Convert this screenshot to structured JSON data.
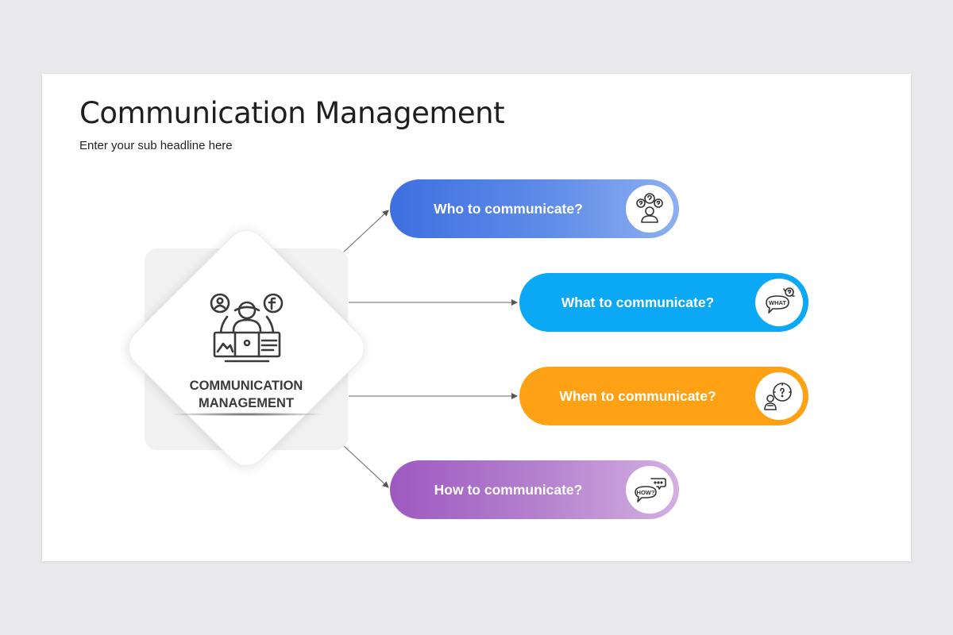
{
  "header": {
    "title": "Communication Management",
    "subtitle": "Enter your sub headline here"
  },
  "center": {
    "label_line1": "COMMUNICATION",
    "label_line2": "MANAGEMENT",
    "icon": "communication-management-icon"
  },
  "items": [
    {
      "label": "Who to communicate?",
      "icon": "who-question-person-icon",
      "color": "#3e6fe0"
    },
    {
      "label": "What to communicate?",
      "icon": "what-speech-bubble-icon",
      "color": "#0aa8f5"
    },
    {
      "label": "When to communicate?",
      "icon": "when-clock-person-icon",
      "color": "#ffa114"
    },
    {
      "label": "How to communicate?",
      "icon": "how-speech-bubble-icon",
      "color": "#9d59c0"
    }
  ],
  "icon_text": {
    "what": "WHAT",
    "how": "HOW?"
  },
  "colors": {
    "background": "#e9e8ea",
    "slide": "#ffffff",
    "title_text": "#1f1f1f",
    "connector": "#555555"
  }
}
